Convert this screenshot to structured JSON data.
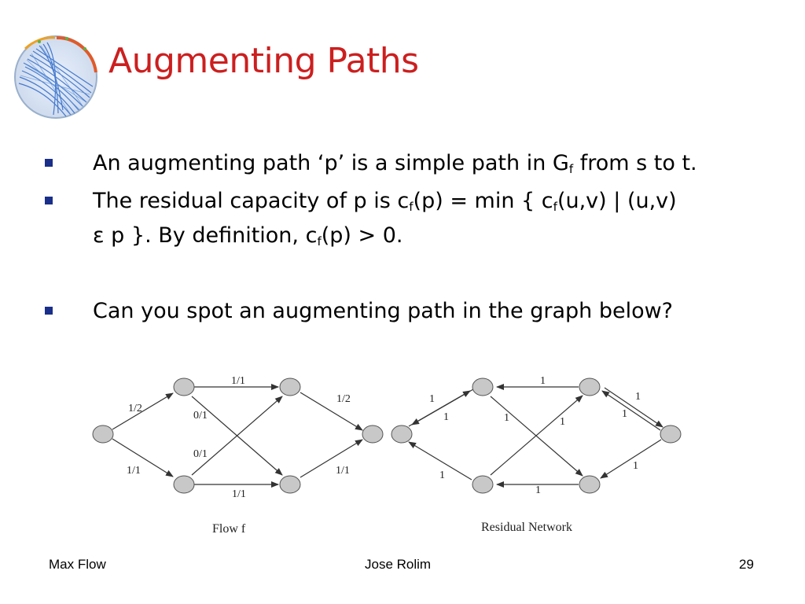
{
  "title": "Augmenting Paths",
  "bullets": {
    "b1": {
      "pre": "An augmenting path ‘p’ is a simple path in G",
      "sub": "f",
      "post": " from s to t."
    },
    "b2_line1": {
      "a": "The residual capacity of p is c",
      "s1": "f",
      "b": "(p) = min { c",
      "s2": "f",
      "c": "(u,v) | (u,v)"
    },
    "b2_line2": {
      "a": "ε p }. By definition, c",
      "s1": "f",
      "b": "(p) > 0."
    },
    "b3": "Can you spot an augmenting path in the graph below?"
  },
  "flow_graph": {
    "caption": "Flow f",
    "labels": [
      "1/2",
      "1/1",
      "1/1",
      "0/1",
      "0/1",
      "1/2",
      "1/1",
      "1/1"
    ]
  },
  "residual_graph": {
    "caption": "Residual Network",
    "labels": [
      "1",
      "1",
      "1",
      "1",
      "1",
      "1",
      "1",
      "1",
      "1",
      "1"
    ]
  },
  "footer": {
    "left": "Max Flow",
    "center": "Jose Rolim",
    "page": "29"
  },
  "colors": {
    "title": "#cc1f1f",
    "bullet": "#1a2f8a",
    "node_fill": "#c8c8c8"
  }
}
